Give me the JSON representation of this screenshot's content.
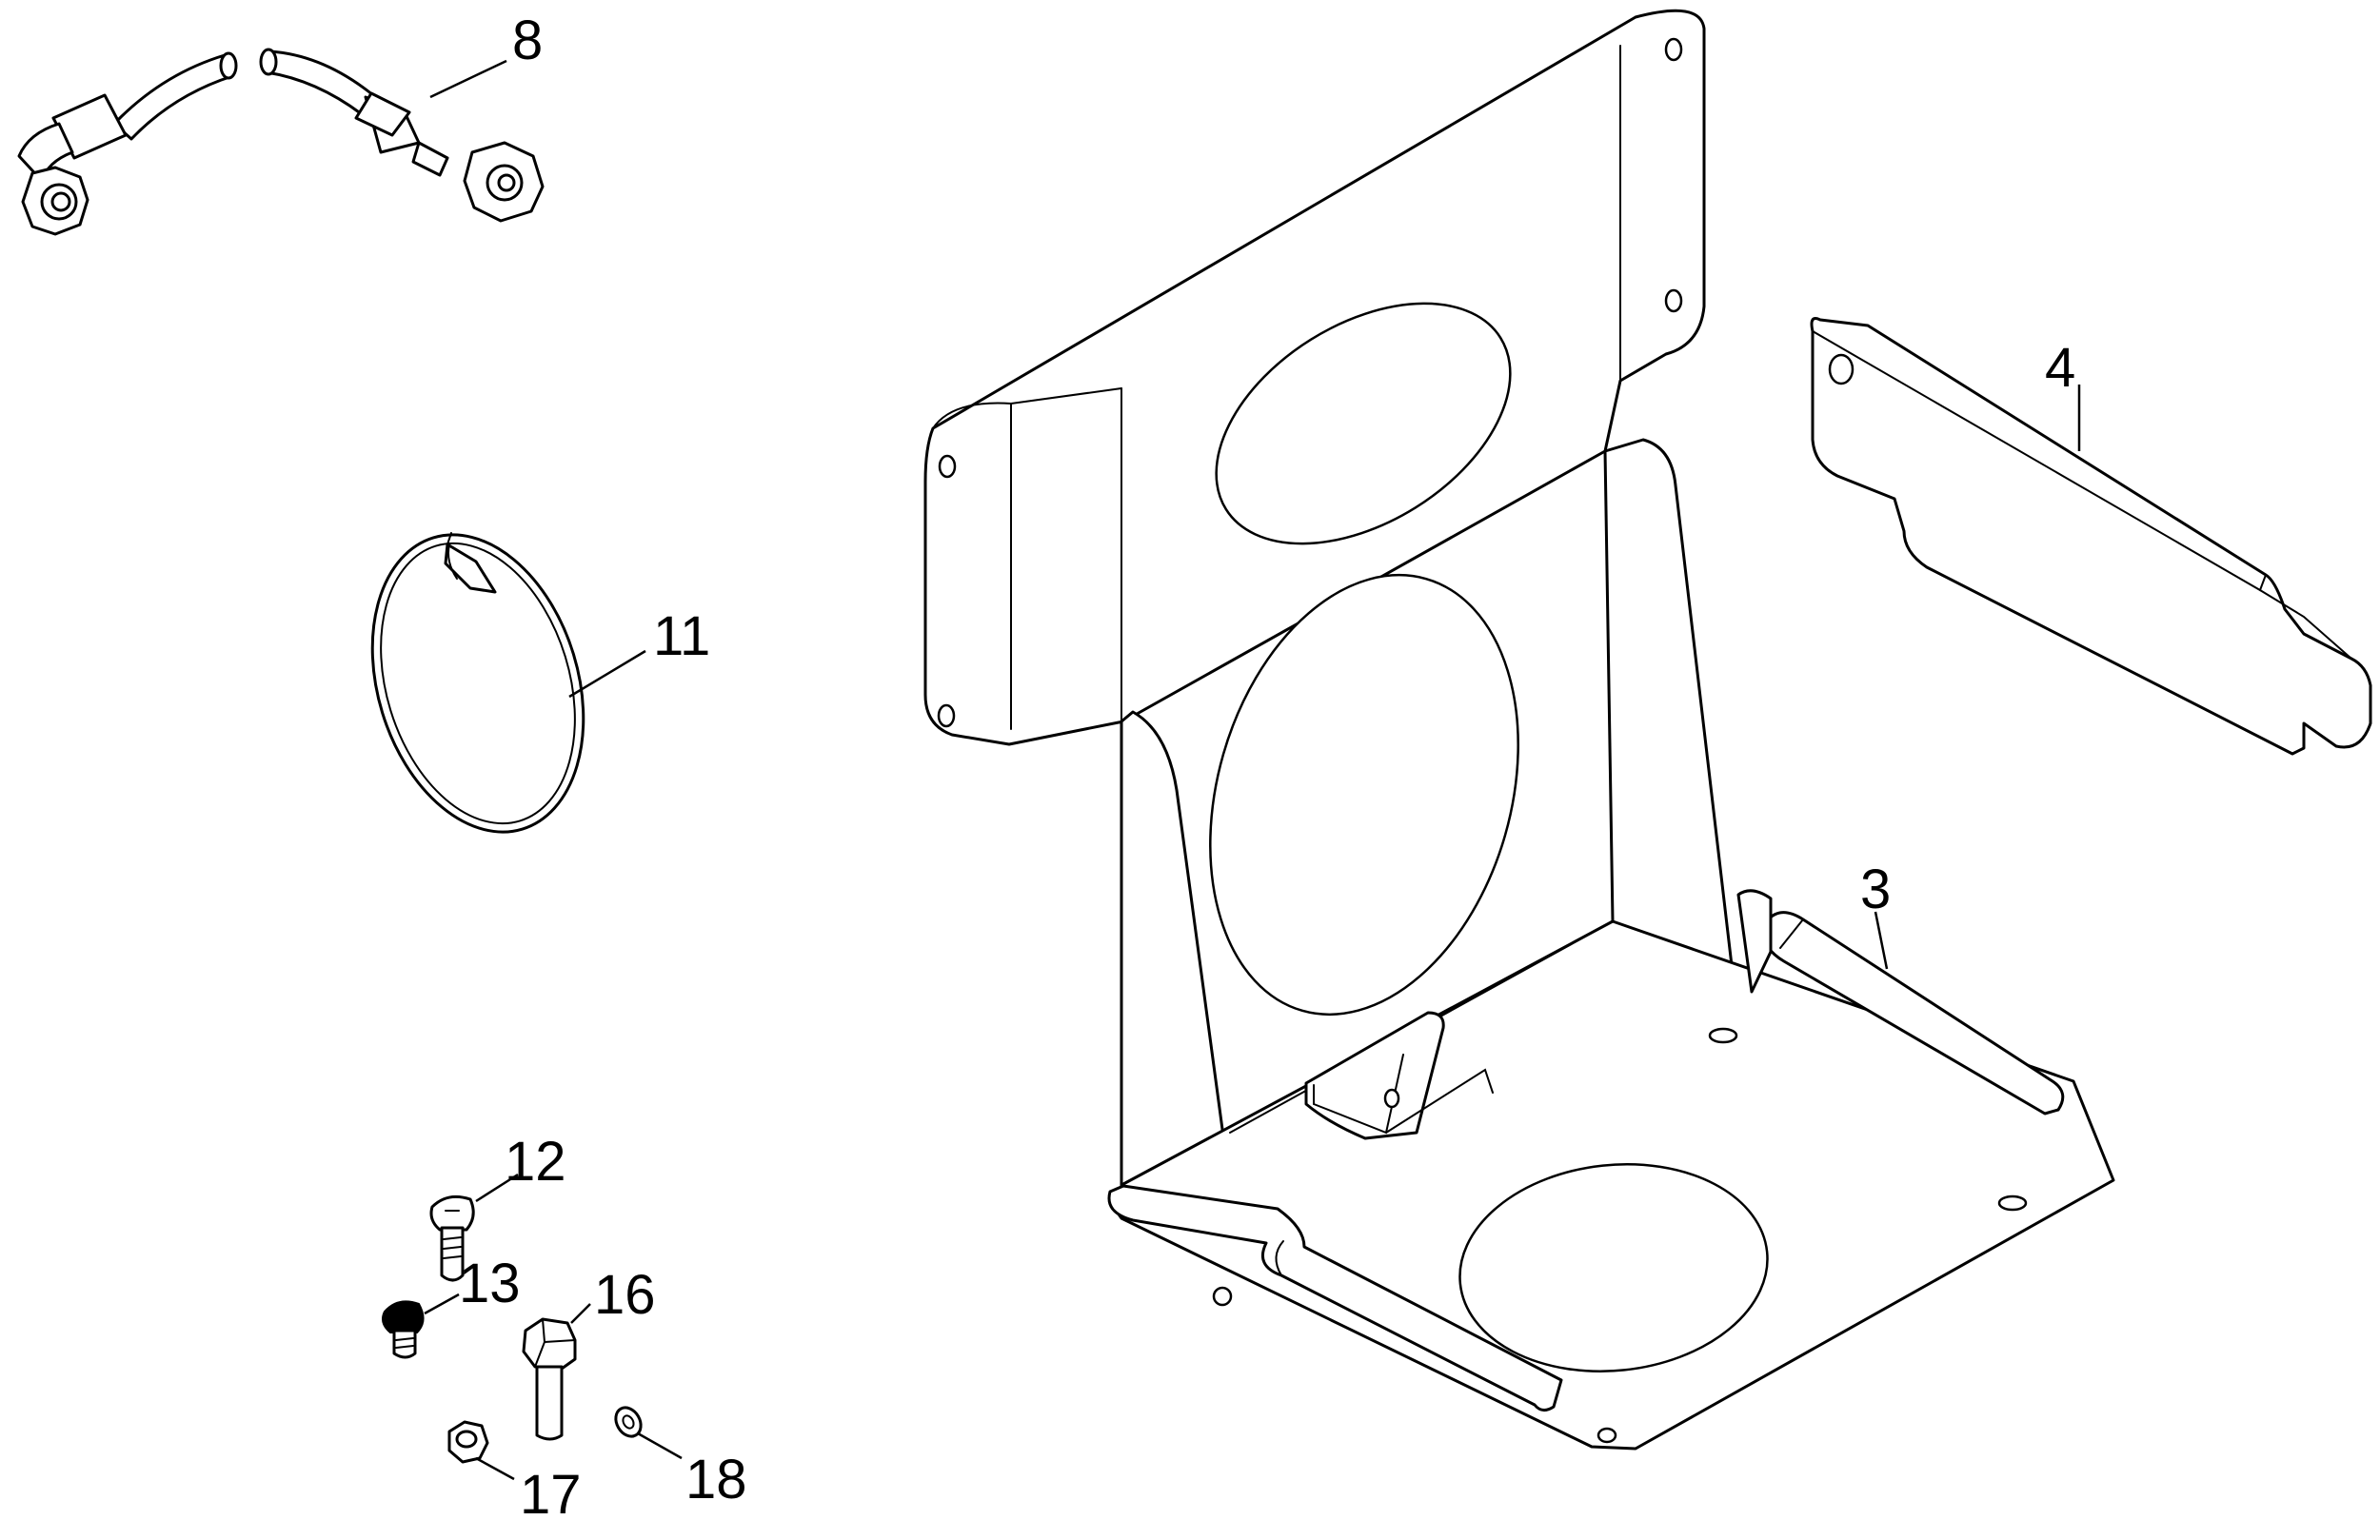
{
  "callouts": {
    "c3": "3",
    "c4": "4",
    "c8": "8",
    "c11": "11",
    "c12": "12",
    "c13": "13",
    "c16": "16",
    "c17": "17",
    "c18": "18"
  },
  "parts": [
    {
      "callout": "3",
      "icon": "bracket-plate"
    },
    {
      "callout": "4",
      "icon": "flat-bar"
    },
    {
      "callout": "8",
      "icon": "hose-with-nuts"
    },
    {
      "callout": "11",
      "icon": "hose-clamp"
    },
    {
      "callout": "12",
      "icon": "screw"
    },
    {
      "callout": "13",
      "icon": "screw"
    },
    {
      "callout": "16",
      "icon": "hex-bolt"
    },
    {
      "callout": "17",
      "icon": "hex-nut"
    },
    {
      "callout": "18",
      "icon": "washer"
    }
  ]
}
